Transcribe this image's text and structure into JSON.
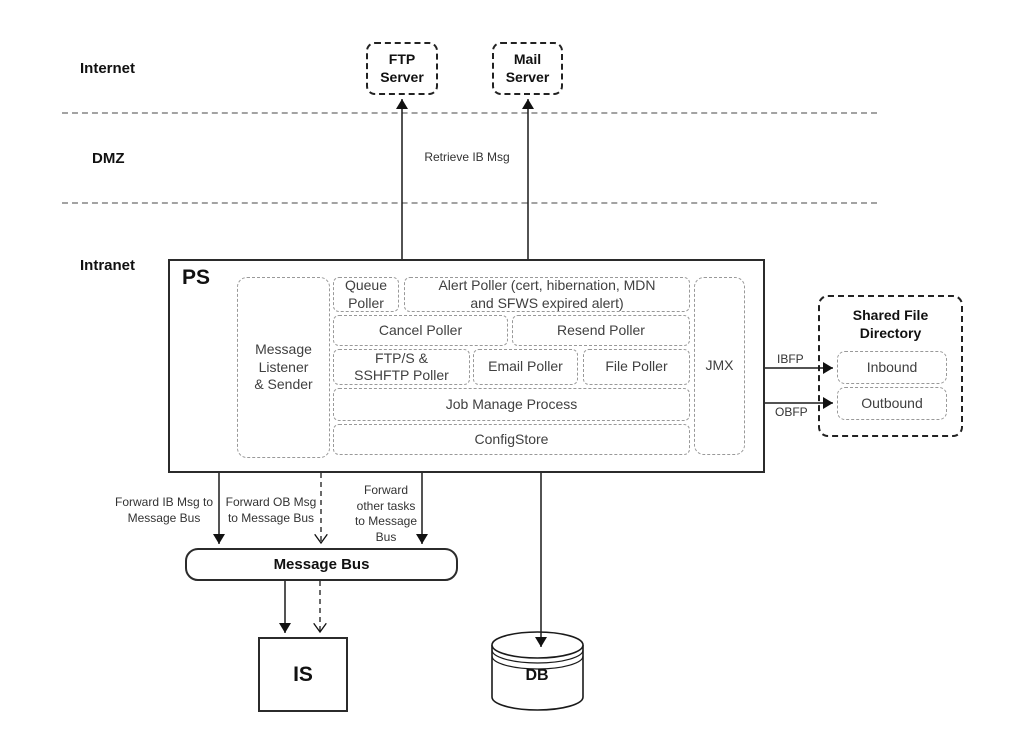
{
  "colors": {
    "background": "#ffffff",
    "line": "#1a1a1a",
    "inner_border": "#999999",
    "inner_text": "#404040",
    "zone_separator": "#a3a3a3"
  },
  "zones": {
    "internet": "Internet",
    "dmz": "DMZ",
    "intranet": "Intranet"
  },
  "internet_nodes": {
    "ftp_server": {
      "lines": [
        "FTP",
        "Server"
      ]
    },
    "mail_server": {
      "lines": [
        "Mail",
        "Server"
      ]
    }
  },
  "ps": {
    "title": "PS",
    "message_listener": {
      "lines": [
        "Message",
        "Listener",
        "& Sender"
      ]
    },
    "queue_poller": {
      "lines": [
        "Queue",
        "Poller"
      ]
    },
    "alert_poller": {
      "lines": [
        "Alert Poller (cert, hibernation, MDN",
        "and SFWS expired alert)"
      ]
    },
    "cancel_poller": {
      "label": "Cancel Poller"
    },
    "resend_poller": {
      "label": "Resend Poller"
    },
    "ftps_sshftp_poller": {
      "lines": [
        "FTP/S &",
        "SSHFTP Poller"
      ]
    },
    "email_poller": {
      "label": "Email Poller"
    },
    "file_poller": {
      "label": "File Poller"
    },
    "jmx": {
      "label": "JMX"
    },
    "job_manage_process": {
      "label": "Job Manage Process"
    },
    "config_store": {
      "label": "ConfigStore"
    }
  },
  "shared_file_directory": {
    "title": {
      "lines": [
        "Shared File",
        "Directory"
      ]
    },
    "inbound": "Inbound",
    "outbound": "Outbound"
  },
  "edge_labels": {
    "retrieve_ib_msg": "Retrieve IB Msg",
    "ibfp": "IBFP",
    "obfp": "OBFP",
    "forward_ib": {
      "lines": [
        "Forward IB Msg to",
        "Message Bus"
      ]
    },
    "forward_ob": {
      "lines": [
        "Forward OB Msg",
        "to Message Bus"
      ]
    },
    "forward_other": {
      "lines": [
        "Forward",
        "other tasks",
        "to Message",
        "Bus"
      ]
    }
  },
  "message_bus": "Message Bus",
  "integration_server": "IS",
  "database": "DB"
}
